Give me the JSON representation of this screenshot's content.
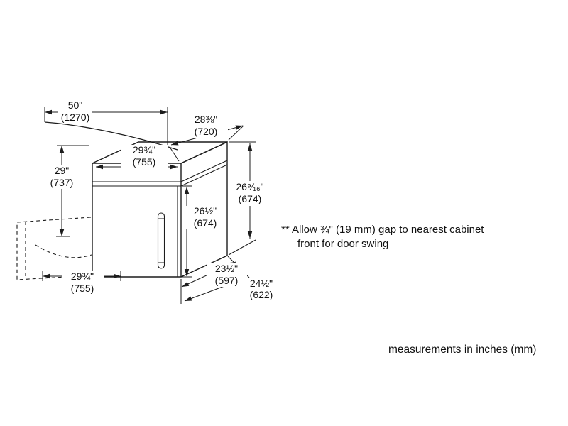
{
  "diagram": {
    "dims": {
      "cord": {
        "in": "50\"",
        "mm": "(1270)"
      },
      "depth_top": {
        "in": "28⅜\"",
        "mm": "(720)"
      },
      "width_top": {
        "in": "29¾\"",
        "mm": "(755)"
      },
      "height_left": {
        "in": "29\"",
        "mm": "(737)"
      },
      "height_right": {
        "in": "26⁹⁄₁₆\"",
        "mm": "(674)"
      },
      "door_height": {
        "in": "26½\"",
        "mm": "(674)"
      },
      "depth_body": {
        "in": "23½\"",
        "mm": "(597)"
      },
      "depth_total": {
        "in": "24½\"",
        "mm": "(622)"
      },
      "door_open_width": {
        "in": "29¾\"",
        "mm": "(755)"
      }
    },
    "note": {
      "line1": "** Allow ¾\" (19 mm) gap to nearest cabinet",
      "line2": "front for door swing"
    },
    "footer": "measurements in inches (mm)",
    "colors": {
      "line": "#1c1c1c",
      "text": "#111111",
      "background": "#ffffff"
    }
  }
}
